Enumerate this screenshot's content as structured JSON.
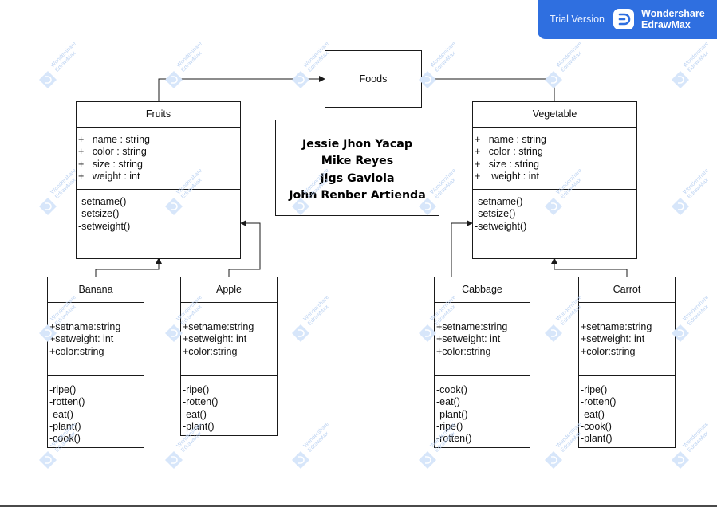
{
  "badge": {
    "trial": "Trial Version",
    "brand_line1": "Wondershare",
    "brand_line2": "EdrawMax"
  },
  "watermark": {
    "line1": "Wondershare",
    "line2": "EdrawMax"
  },
  "foods": {
    "title": "Foods"
  },
  "authors": [
    "Jessie Jhon Yacap",
    "Mike Reyes",
    "Jigs Gaviola",
    "John Renber Artienda"
  ],
  "fruits": {
    "title": "Fruits",
    "attributes": [
      "+   name : string",
      "+   color : string",
      "+   size : string",
      "+   weight : int"
    ],
    "methods": [
      "-setname()",
      "-setsize()",
      "-setweight()"
    ]
  },
  "vegetable": {
    "title": "Vegetable",
    "attributes": [
      "+   name : string",
      "+   color : string",
      "+   size : string",
      "+    weight : int"
    ],
    "methods": [
      "-setname()",
      "-setsize()",
      "-setweight()"
    ]
  },
  "banana": {
    "title": "Banana",
    "attributes": [
      "+setname:string",
      "+setweight: int",
      "+color:string"
    ],
    "methods": [
      "-ripe()",
      "-rotten()",
      "-eat()",
      "-plant()",
      "-cook()"
    ]
  },
  "apple": {
    "title": "Apple",
    "attributes": [
      "+setname:string",
      "+setweight: int",
      "+color:string"
    ],
    "methods": [
      "-ripe()",
      "-rotten()",
      "-eat()",
      "-plant()"
    ]
  },
  "cabbage": {
    "title": "Cabbage",
    "attributes": [
      "+setname:string",
      "+setweight: int",
      "+color:string"
    ],
    "methods": [
      "-cook()",
      "-eat()",
      "-plant()",
      "-ripe()",
      "-rotten()"
    ]
  },
  "carrot": {
    "title": "Carrot",
    "attributes": [
      "+setname:string",
      "+setweight: int",
      "+color:string"
    ],
    "methods": [
      "-ripe()",
      "-rotten()",
      "-eat()",
      "-cook()",
      "-plant()"
    ]
  },
  "colors": {
    "accent": "#2f6fe0",
    "line": "#1a1a1a",
    "watermark": "#bdd3f2"
  }
}
